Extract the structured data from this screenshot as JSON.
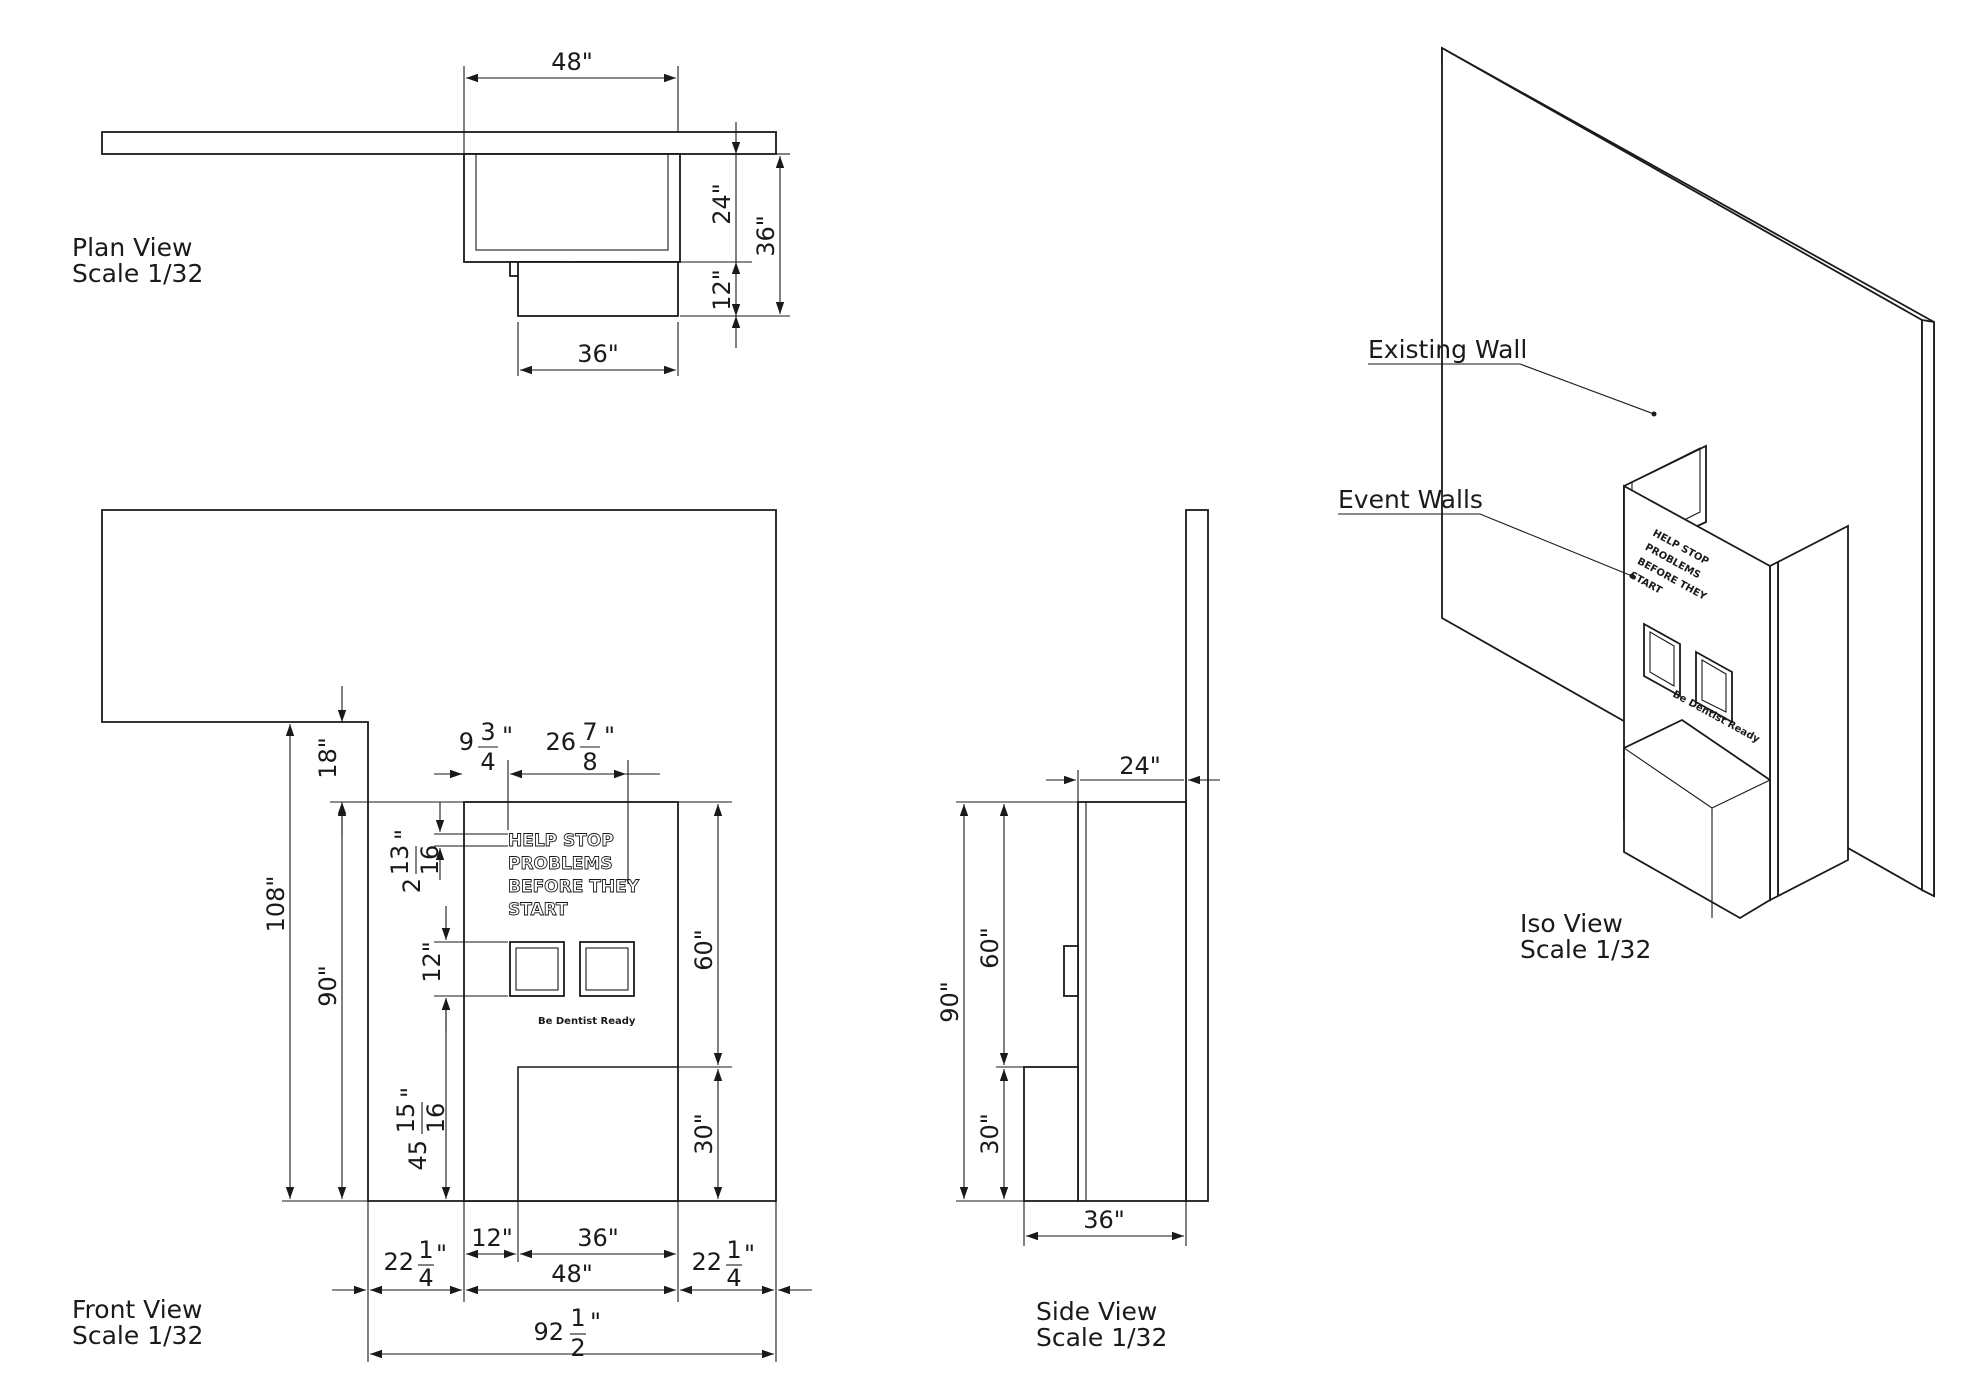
{
  "views": {
    "plan": {
      "title": "Plan View",
      "scale": "Scale 1/32",
      "dims": {
        "width_top": "48\"",
        "depth_booth": "24\"",
        "depth_total": "36\"",
        "depth_counter": "12\"",
        "width_counter": "36\""
      }
    },
    "front": {
      "title": "Front View",
      "scale": "Scale 1/32",
      "dims": {
        "h18": "18\"",
        "h108": "108\"",
        "h90": "90\"",
        "x9_whole": "9",
        "x9_num": "3",
        "x9_den": "4",
        "x26_whole": "26",
        "x26_num": "7",
        "x26_den": "8",
        "t2_whole": "2",
        "t2_num": "13",
        "t2_den": "16",
        "b12": "12\"",
        "h45_whole": "45",
        "h45_num": "15",
        "h45_den": "16",
        "h60": "60\"",
        "h30": "30\"",
        "w12": "12\"",
        "w36": "36\"",
        "w22_whole": "22",
        "w22_num": "1",
        "w22_den": "4",
        "w48": "48\"",
        "w92_whole": "92",
        "w92_num": "1",
        "w92_den": "2"
      }
    },
    "side": {
      "title": "Side View",
      "scale": "Scale 1/32",
      "dims": {
        "w24": "24\"",
        "h90": "90\"",
        "h60": "60\"",
        "h30": "30\"",
        "w36": "36\""
      }
    },
    "iso": {
      "title": "Iso View",
      "scale": "Scale 1/32",
      "callouts": {
        "existing_wall": "Existing Wall",
        "event_walls": "Event Walls"
      }
    }
  },
  "sign": {
    "line1": "HELP STOP",
    "line2": "PROBLEMS",
    "line3": "BEFORE THEY",
    "line4": "START",
    "tagline": "Be Dentist Ready"
  },
  "colors": {
    "line": "#1a1a1a",
    "background": "#ffffff"
  }
}
